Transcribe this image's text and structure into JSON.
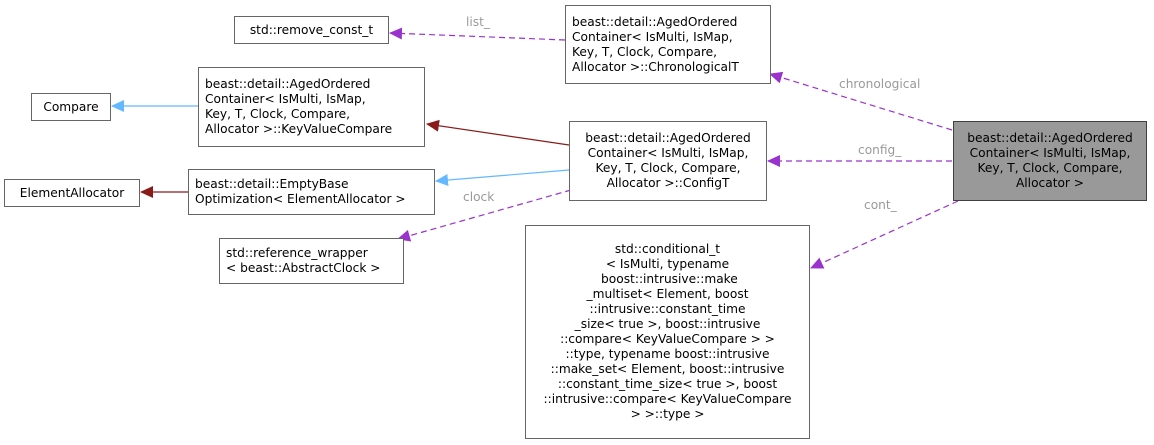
{
  "nodes": {
    "remove_const": {
      "lines": [
        "std::remove_const_t"
      ]
    },
    "chronological_t": {
      "lines": [
        "beast::detail::AgedOrdered",
        "Container< IsMulti, IsMap,",
        "Key, T, Clock, Compare,",
        "Allocator >::ChronologicalT"
      ]
    },
    "compare": {
      "lines": [
        "Compare"
      ]
    },
    "key_value_compare": {
      "lines": [
        "beast::detail::AgedOrdered",
        "Container< IsMulti, IsMap,",
        "Key, T, Clock, Compare,",
        "Allocator >::KeyValueCompare"
      ]
    },
    "config_t": {
      "lines": [
        "beast::detail::AgedOrdered",
        "Container< IsMulti, IsMap,",
        "Key, T, Clock, Compare,",
        "Allocator >::ConfigT"
      ]
    },
    "aged_container": {
      "lines": [
        "beast::detail::AgedOrdered",
        "Container< IsMulti, IsMap,",
        "Key, T, Clock, Compare,",
        "Allocator >"
      ]
    },
    "element_allocator": {
      "lines": [
        "ElementAllocator"
      ]
    },
    "empty_base": {
      "lines": [
        "beast::detail::EmptyBase",
        "Optimization< ElementAllocator >"
      ]
    },
    "reference_wrapper": {
      "lines": [
        "std::reference_wrapper",
        "< beast::AbstractClock >"
      ]
    },
    "conditional_t": {
      "lines": [
        "std::conditional_t",
        "< IsMulti, typename",
        " boost::intrusive::make",
        "_multiset< Element, boost",
        "::intrusive::constant_time",
        "_size< true >, boost::intrusive",
        "::compare< KeyValueCompare > >",
        "::type, typename boost::intrusive",
        "::make_set< Element, boost::intrusive",
        "::constant_time_size< true >, boost",
        "::intrusive::compare< KeyValueCompare",
        "> >::type >"
      ]
    }
  },
  "edge_labels": {
    "list": "list_",
    "chronological": "chronological",
    "config": "config_",
    "clock": "clock",
    "cont": "cont_"
  },
  "colors": {
    "inheritance": "#63b8ff",
    "private_inheritance": "#8b1a1a",
    "usage": "#9a32cd",
    "focus_fill": "#999999",
    "node_border": "#666666",
    "label": "#9a9a9a"
  }
}
